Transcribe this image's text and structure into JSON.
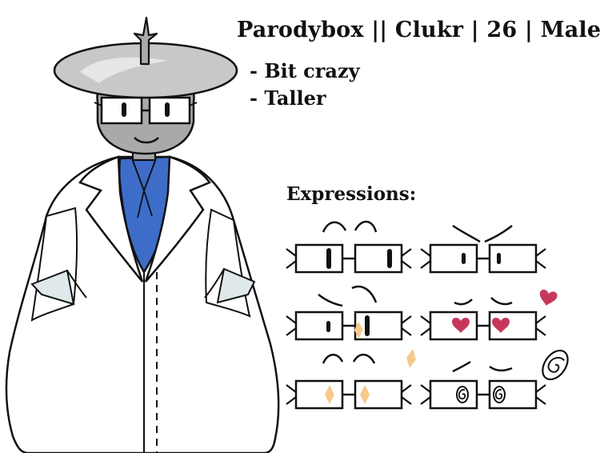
{
  "character": {
    "title": "Parodybox || Clukr | 26 | Male",
    "traits": [
      "- Bit crazy",
      "- Taller"
    ]
  },
  "expressions": {
    "heading": "Expressions:",
    "items": [
      {
        "name": "neutral",
        "icon": "neutral-eyes-icon"
      },
      {
        "name": "angry",
        "icon": "angry-eyes-icon"
      },
      {
        "name": "skeptical",
        "icon": "skeptical-eyes-icon"
      },
      {
        "name": "love",
        "icon": "heart-eyes-icon"
      },
      {
        "name": "sparkle",
        "icon": "sparkle-eyes-icon"
      },
      {
        "name": "dizzy",
        "icon": "spiral-eyes-icon"
      }
    ]
  },
  "colors": {
    "outline": "#111111",
    "head": "#a9a9a9",
    "hat": "#c8c8c8",
    "shirt": "#3d6dc9",
    "coat": "#ffffff",
    "coat_shade": "#eef1f3",
    "cuff": "#dfe9ec",
    "heart": "#c5385b",
    "sparkle": "#f6c98a"
  }
}
